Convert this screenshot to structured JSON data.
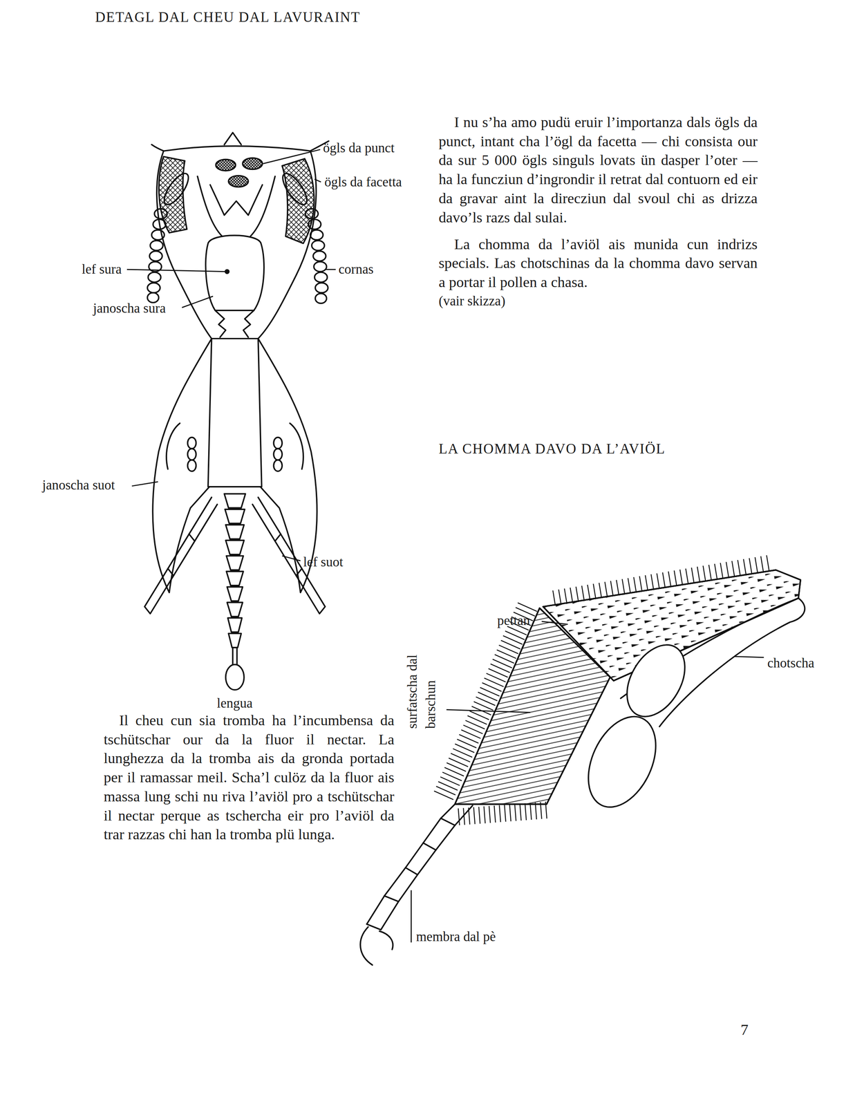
{
  "diagram": {
    "title": "DETAGL DAL CHEU DAL LAVURAINT",
    "labels": [
      "ögls da punct",
      "ögls da facetta",
      "lef sura",
      "cornas",
      "janoscha sura",
      "janoscha suot",
      "lef suot",
      "lengua",
      "I nu s’ha amo pudü eruir l’importanza dals ögls da punct, intant cha l’ögl da facetta — chi consista our da sur 5 000 ögls singuls lovats ün dasper l’oter — ha la funcziun d’ingrondir il retrat dal contuorn ed eir da gravar aint la direcziun dal svoul chi as drizza davo’ls razs dal sulai.",
      "La chomma da l’aviöl ais munida cun indrizs specials. Las chotschinas da la chomma davo servan a portar il pollen a chasa.",
      "(vair skizza)",
      "LA CHOMMA DAVO DA L’AVIÖL",
      "pettan",
      "chotscha",
      "surfatscha dal barschun",
      "membra dal pè",
      "Il cheu cun sia tromba ha l’incumbensa da tschütschar our da la fluor il nectar. La lunghezza da la tromba ais da gronda portada per il ramassar meil. Scha’l culöz da la fluor ais massa lung schi nu riva l’aviöl pro a tschütschar il nectar perque as tschercha eir pro l’aviöl da trar razzas chi han la tromba plü lunga.",
      "7"
    ]
  }
}
